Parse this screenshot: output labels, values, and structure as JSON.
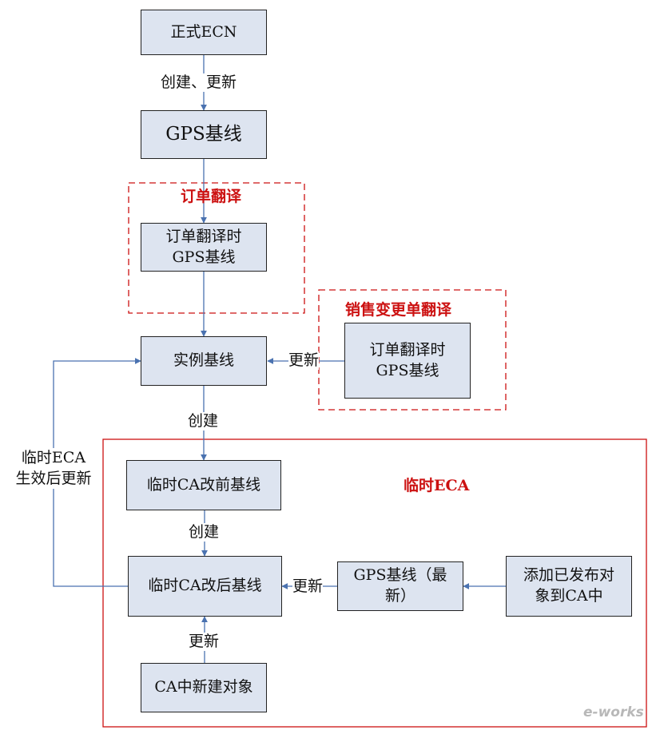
{
  "nodes": {
    "formal_ecn": "正式ECN",
    "gps_baseline": "GPS基线",
    "order_translate_gps": [
      "订单翻译时",
      "GPS基线"
    ],
    "instance_baseline": "实例基线",
    "sales_change_gps": [
      "订单翻译时",
      "GPS基线"
    ],
    "temp_ca_before": "临时CA改前基线",
    "temp_ca_after": "临时CA改后基线",
    "gps_latest": [
      "GPS基线（最",
      "新）"
    ],
    "add_published": [
      "添加已发布对",
      "象到CA中"
    ],
    "ca_new_object": "CA中新建对象"
  },
  "edges": {
    "create_update": "创建、更新",
    "update_instance": "更新",
    "create_instance": "创建",
    "create_ca": "创建",
    "update_latest": "更新",
    "update_new_obj": "更新",
    "temp_eca_effective": [
      "临时ECA",
      "生效后更新"
    ]
  },
  "groups": {
    "order_translation": "订单翻译",
    "sales_change_translation": "销售变更单翻译",
    "temp_eca": "临时ECA"
  },
  "watermark": "e-works",
  "colors": {
    "box_fill": "#dde4f0",
    "arrow": "#4a72b0",
    "group_border": "#cc1111",
    "title_text": "#cc1111"
  }
}
